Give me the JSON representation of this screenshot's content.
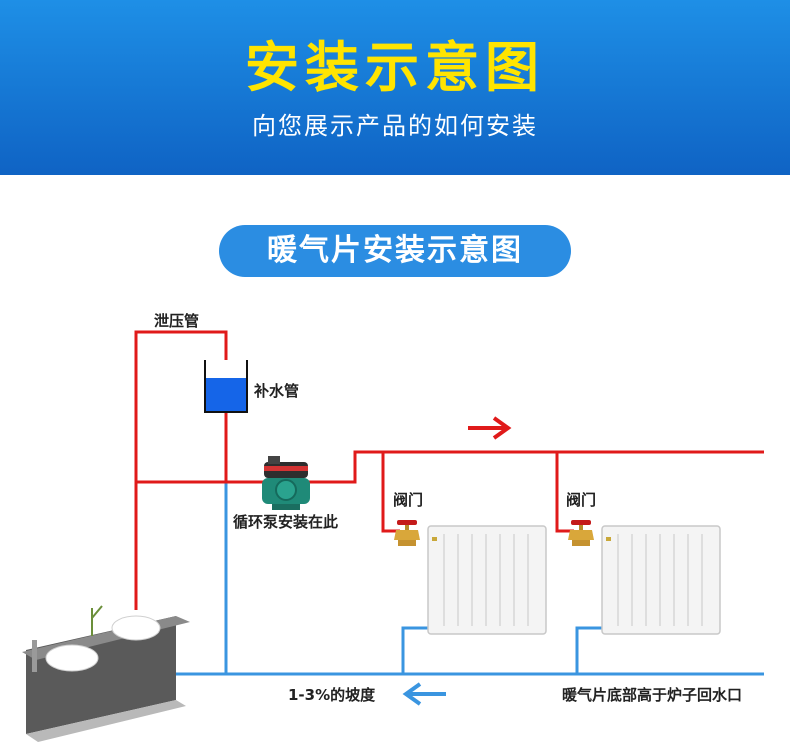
{
  "header": {
    "title": "安装示意图",
    "subtitle": "向您展示产品的如何安装"
  },
  "section_title": "暖气片安装示意图",
  "labels": {
    "relief_pipe": "泄压管",
    "fill_pipe": "补水管",
    "pump_location": "循环泵安装在此",
    "valve_1": "阀门",
    "valve_2": "阀门",
    "slope": "1-3%的坡度",
    "radiator_note": "暖气片底部高于炉子回水口"
  },
  "colors": {
    "banner_top": "#1e8fe6",
    "banner_bottom": "#0f63c4",
    "title_yellow": "#ffe400",
    "supply_pipe": "#e01a1a",
    "return_pipe": "#3a95e0",
    "pill_blue": "#2b8de2"
  },
  "icons": {
    "flow_supply": "red-arrow-right-icon",
    "flow_return": "blue-arrow-left-icon"
  }
}
